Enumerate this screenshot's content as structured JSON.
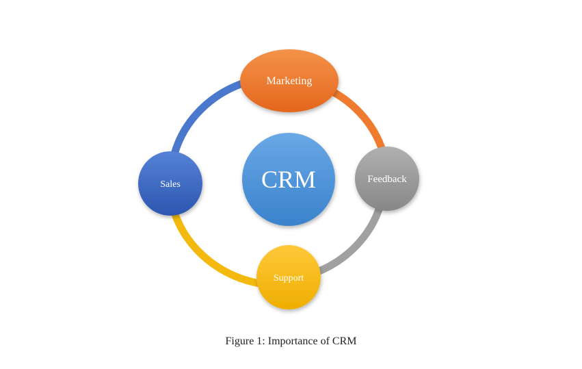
{
  "diagram": {
    "center": {
      "label": "CRM",
      "color": "#4a8fd6"
    },
    "nodes": {
      "marketing": {
        "label": "Marketing",
        "color": "#ef7a2e"
      },
      "feedback": {
        "label": "Feedback",
        "color": "#9b9b9b"
      },
      "support": {
        "label": "Support",
        "color": "#f5b800"
      },
      "sales": {
        "label": "Sales",
        "color": "#3d67c4"
      }
    }
  },
  "caption": "Figure 1: Importance of CRM"
}
